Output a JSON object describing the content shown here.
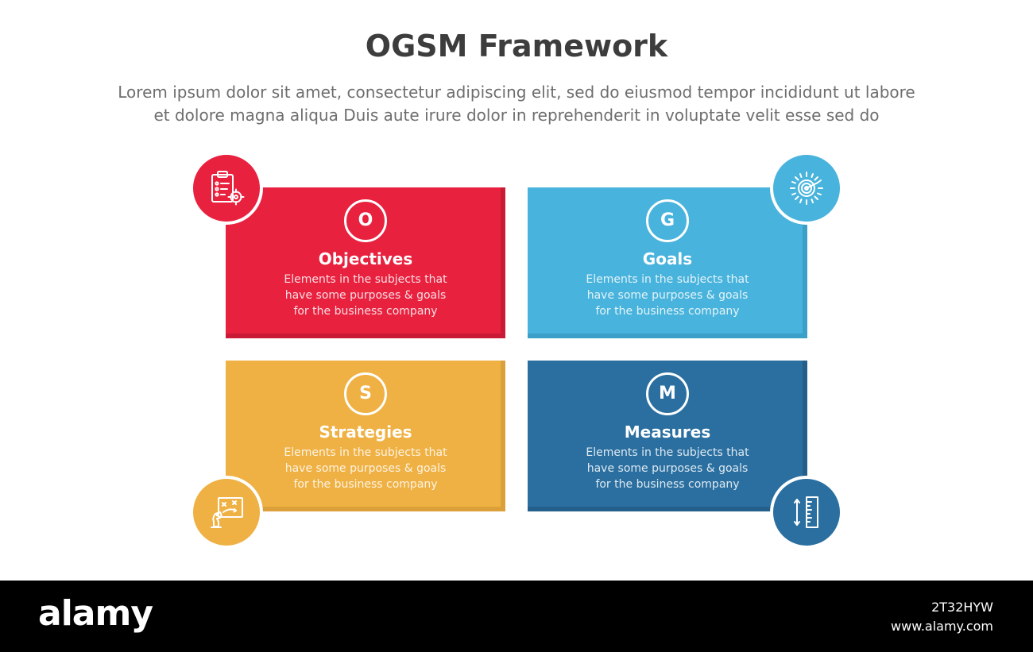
{
  "header": {
    "title": "OGSM Framework",
    "subtitle_line1": "Lorem ipsum dolor sit amet, consectetur adipiscing elit, sed do eiusmod tempor incididunt ut labore",
    "subtitle_line2": "et dolore magna aliqua Duis aute irure dolor in reprehenderit in voluptate velit esse sed do"
  },
  "colors": {
    "objectives": "#e8213f",
    "goals": "#48b3dc",
    "strategies": "#efb143",
    "measures": "#2a6fa0"
  },
  "cards": [
    {
      "letter": "O",
      "title": "Objectives",
      "line1": "Elements in the subjects that",
      "line2": "have  some purposes & goals",
      "line3": "for the  business company",
      "icon": "clipboard-target-icon"
    },
    {
      "letter": "G",
      "title": "Goals",
      "line1": "Elements in the subjects that",
      "line2": "have  some purposes & goals",
      "line3": "for the  business company",
      "icon": "dartboard-icon"
    },
    {
      "letter": "S",
      "title": "Strategies",
      "line1": "Elements in the subjects that",
      "line2": "have  some purposes & goals",
      "line3": "for the  business company",
      "icon": "chess-strategy-board-icon"
    },
    {
      "letter": "M",
      "title": "Measures",
      "line1": "Elements in the subjects that",
      "line2": "have  some purposes & goals",
      "line3": "for the  business company",
      "icon": "ruler-measure-icon"
    }
  ],
  "footer": {
    "logo": "alamy",
    "image_code": "2T32HYW",
    "url": "www.alamy.com"
  }
}
